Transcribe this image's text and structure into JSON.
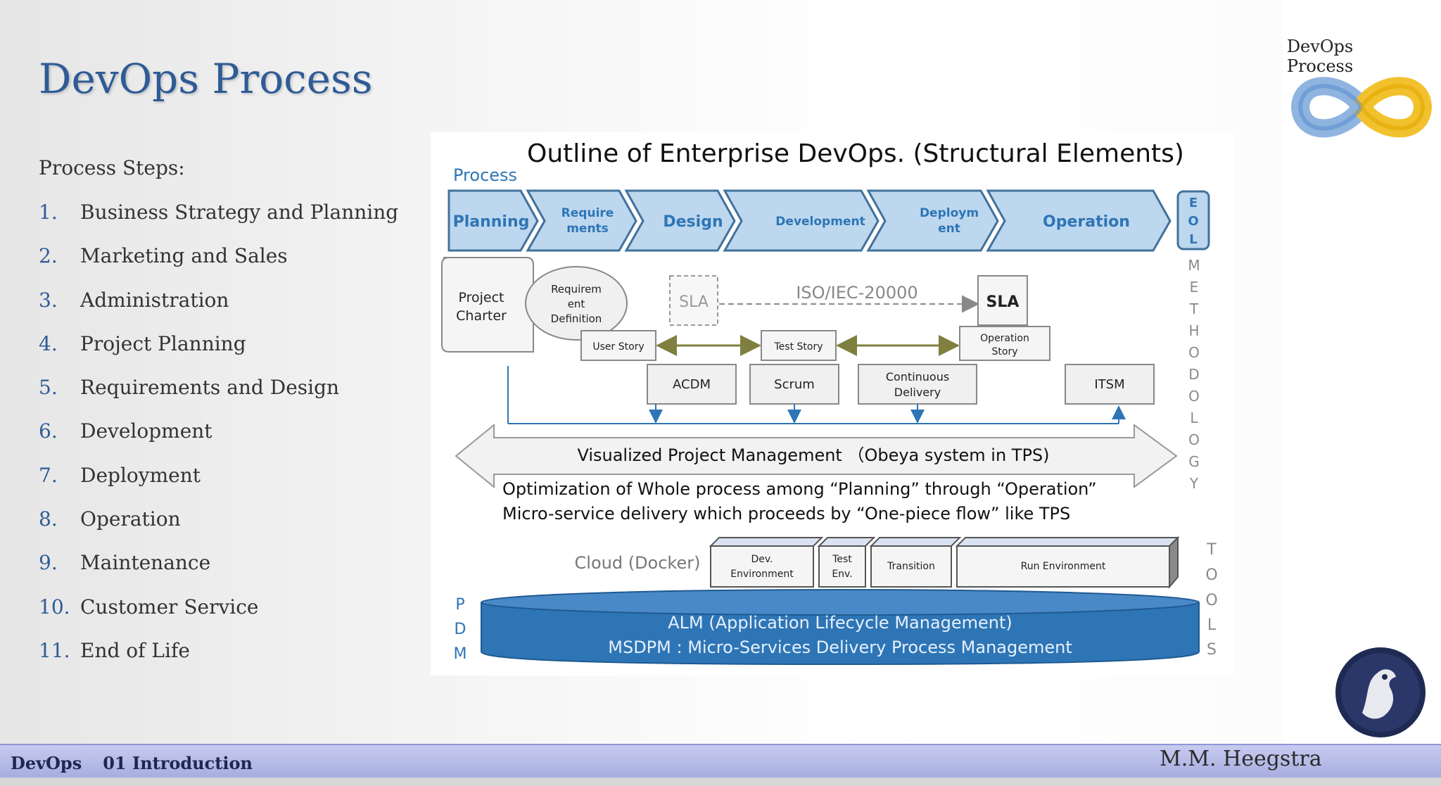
{
  "slide": {
    "title": "DevOps Process",
    "steps_heading": "Process Steps:",
    "steps": [
      {
        "num": "1.",
        "label": "Business Strategy and Planning"
      },
      {
        "num": "2.",
        "label": "Marketing and Sales"
      },
      {
        "num": "3.",
        "label": "Administration"
      },
      {
        "num": "4.",
        "label": "Project Planning"
      },
      {
        "num": "5.",
        "label": "Requirements and Design"
      },
      {
        "num": "6.",
        "label": "Development"
      },
      {
        "num": "7.",
        "label": "Deployment"
      },
      {
        "num": "8.",
        "label": "Operation"
      },
      {
        "num": "9.",
        "label": "Maintenance"
      },
      {
        "num": "10.",
        "label": "Customer Service"
      },
      {
        "num": "11.",
        "label": "End of Life"
      }
    ]
  },
  "side": {
    "title": "DevOps Process",
    "logo_icon": "devops-infinity-icon",
    "badge_icon": "eagle-emblem-icon"
  },
  "diagram": {
    "title": "Outline of Enterprise DevOps. (Structural Elements)",
    "process_label": "Process",
    "chevrons": [
      {
        "line1": "Planning",
        "line2": ""
      },
      {
        "line1": "Require",
        "line2": "ments"
      },
      {
        "line1": "Design",
        "line2": ""
      },
      {
        "line1": "Development",
        "line2": ""
      },
      {
        "line1": "Deploym",
        "line2": "ent"
      },
      {
        "line1": "Operation",
        "line2": ""
      }
    ],
    "eol_letters": [
      "E",
      "O",
      "L"
    ],
    "methodology_letters": [
      "M",
      "E",
      "T",
      "H",
      "O",
      "D",
      "O",
      "L",
      "O",
      "G",
      "Y"
    ],
    "project_charter": {
      "line1": "Project",
      "line2": "Charter"
    },
    "requirement_definition": {
      "line1": "Requirem",
      "line2": "ent",
      "line3": "Definition"
    },
    "sla_dashed": "SLA",
    "iso_label": "ISO/IEC-20000",
    "sla": "SLA",
    "user_story": "User Story",
    "test_story": "Test Story",
    "operation_story": {
      "line1": "Operation",
      "line2": "Story"
    },
    "methods": [
      {
        "line1": "ACDM",
        "line2": ""
      },
      {
        "line1": "Scrum",
        "line2": ""
      },
      {
        "line1": "Continuous",
        "line2": "Delivery"
      },
      {
        "line1": "ITSM",
        "line2": ""
      }
    ],
    "vpm_label": "Visualized Project Management （Obeya system in TPS)",
    "optimization_line1": "Optimization of Whole process among “Planning” through “Operation”",
    "optimization_line2": "Micro-service delivery which proceeds by “One-piece flow”  like TPS",
    "cloud_label": "Cloud (Docker)",
    "cloud_boxes": [
      {
        "line1": "Dev.",
        "line2": "Environment"
      },
      {
        "line1": "Test",
        "line2": "Env."
      },
      {
        "line1": "Transition",
        "line2": ""
      },
      {
        "line1": "Run Environment",
        "line2": ""
      }
    ],
    "tools_letters": [
      "T",
      "O",
      "O",
      "L",
      "S"
    ],
    "pdm_letters": [
      "P",
      "D",
      "M"
    ],
    "alm_line1": "ALM   (Application Lifecycle Management)",
    "alm_line2": "MSDPM : Micro-Services Delivery Process Management",
    "colors": {
      "blue": "#2e75b6",
      "light_blue": "#bdd7ee",
      "olive": "#7f7f3f"
    }
  },
  "footer": {
    "course": "DevOps",
    "chapter": "01 Introduction",
    "author": "M.M. Heegstra"
  }
}
